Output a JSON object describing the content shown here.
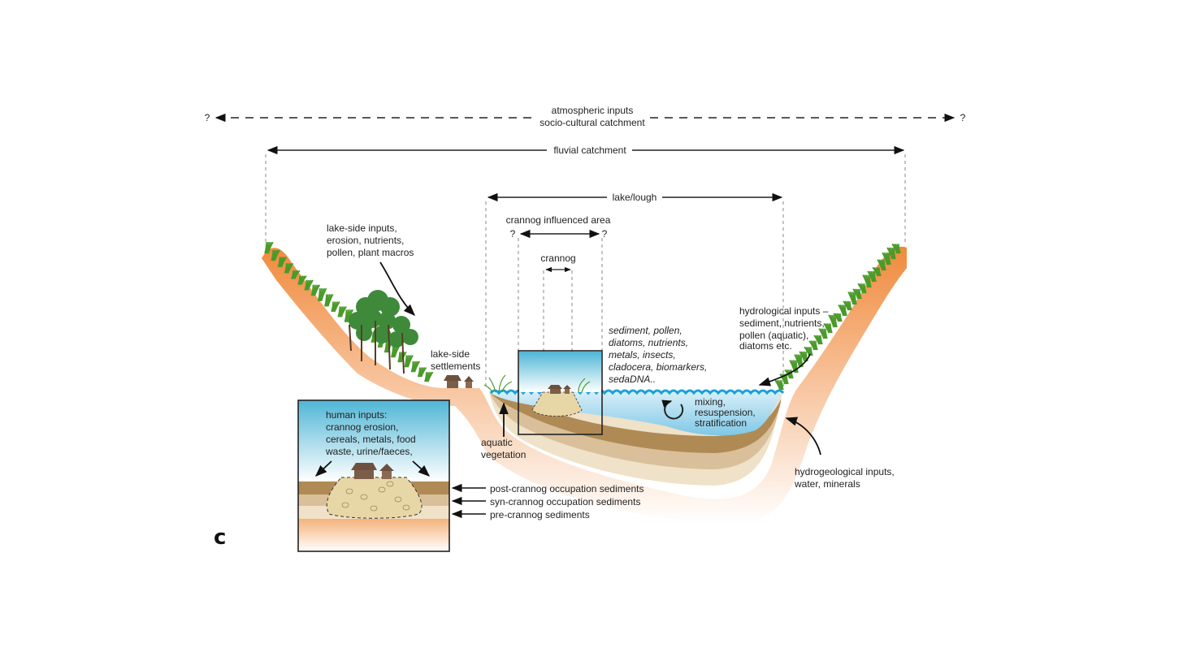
{
  "panel_letter": "c",
  "top": {
    "left_q": "?",
    "right_q": "?",
    "atmospheric_line1": "atmospheric inputs",
    "atmospheric_line2": "socio-cultural catchment",
    "fluvial": "fluvial catchment",
    "lake": "lake/lough",
    "influenced": "crannog influenced area",
    "influenced_left_q": "?",
    "influenced_right_q": "?",
    "crannog": "crannog"
  },
  "labels": {
    "lakeside_inputs": [
      "lake-side inputs,",
      "erosion, nutrients,",
      "pollen, plant macros"
    ],
    "lakeside_settlements": [
      "lake-side",
      "settlements"
    ],
    "sediment_list": [
      "sediment, pollen,",
      "diatoms, nutrients,",
      "metals, insects,",
      "cladocera, biomarkers,",
      "sedaDNA.."
    ],
    "hydrological": [
      "hydrological inputs –",
      "sediment, nutrients,",
      "pollen (aquatic),",
      "diatoms etc."
    ],
    "mixing": [
      "mixing,",
      "resuspension,",
      "stratification"
    ],
    "aquatic": [
      "aquatic",
      "vegetation"
    ],
    "hydrogeological": [
      "hydrogeological inputs,",
      "water, minerals"
    ],
    "human_inputs": [
      "human inputs:",
      "crannog erosion,",
      "cereals, metals, food",
      "waste, urine/faeces,"
    ],
    "post": "post-crannog occupation sediments",
    "syn": "syn-crannog occupation sediments",
    "pre": "pre-crannog sediments"
  },
  "colors": {
    "sky": "#4fb6d6",
    "water": "#7fc8e6",
    "wave": "#1aa0d6",
    "ground": "#f08a3c",
    "grass": "#4a9a2a",
    "tree": "#3e8a3a",
    "sed_dark": "#b08a55",
    "sed_mid": "#d9c09a",
    "sed_light": "#efe2c8"
  }
}
